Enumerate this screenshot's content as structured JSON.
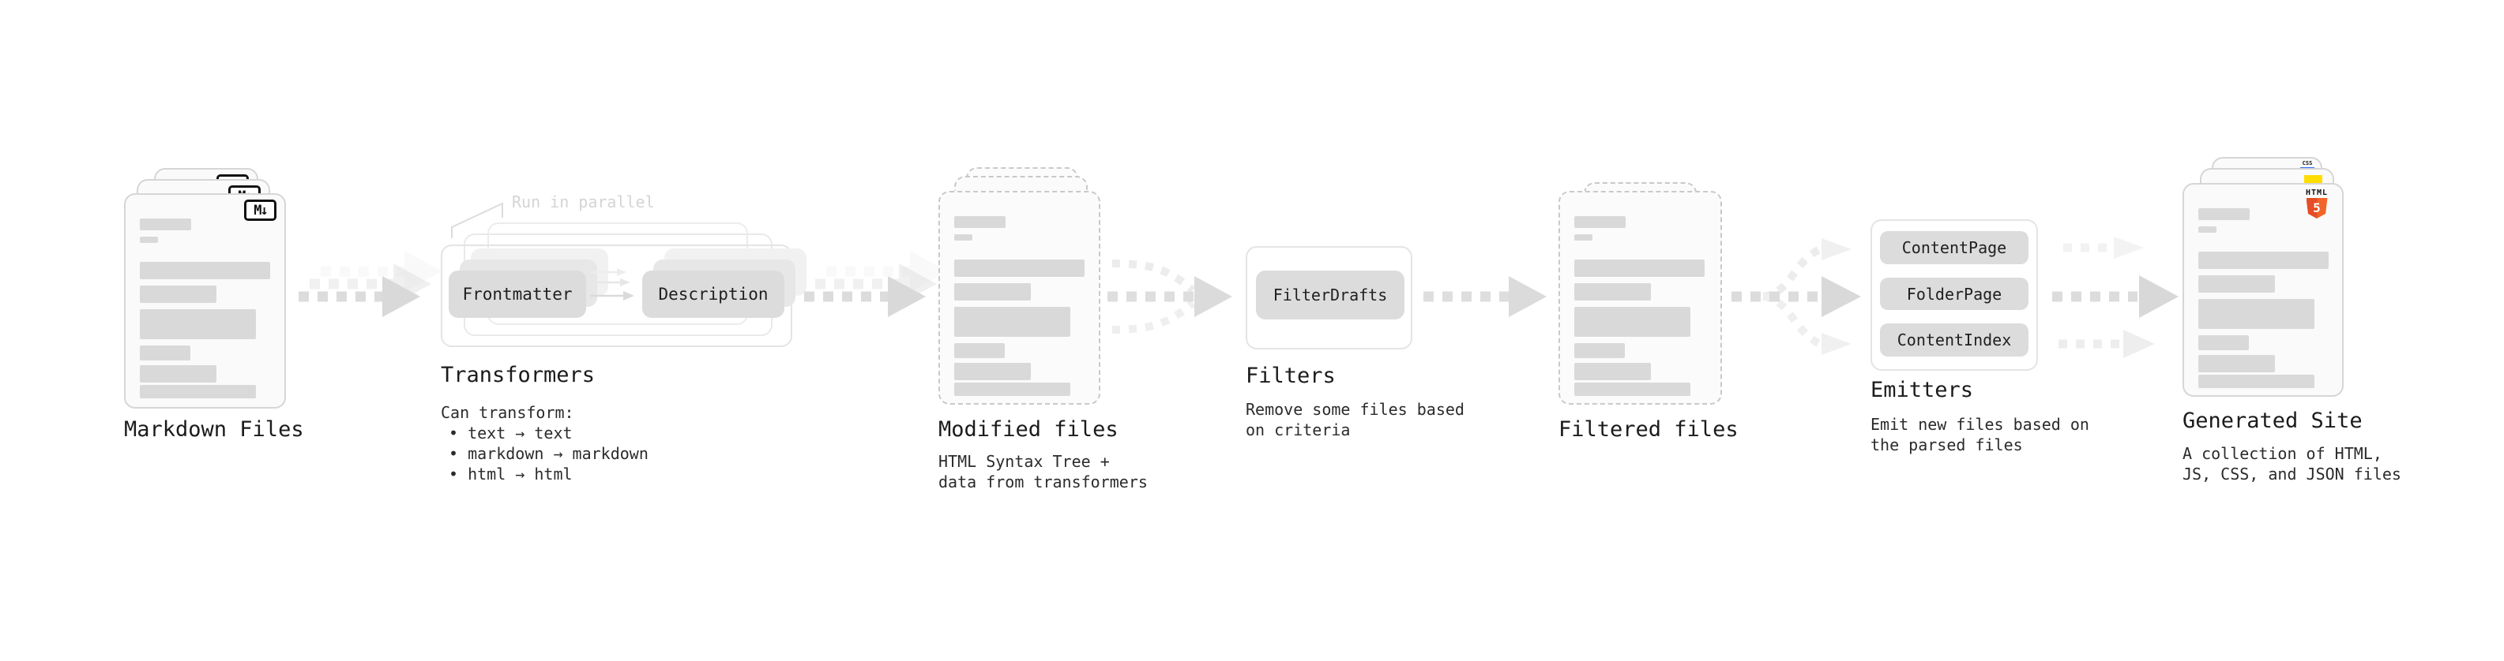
{
  "colors": {
    "pill_bg": "#dcdcdc",
    "doc_bg": "#fafafa",
    "arrow_gray": "#dcdcdc",
    "html5_orange": "#e44d26",
    "js_yellow": "#ffdd00",
    "css_blue": "#2f6df6"
  },
  "markdown_files": {
    "label": "Markdown Files",
    "badge_text": "M↓"
  },
  "transformers": {
    "label": "Transformers",
    "annotation": "Run in parallel",
    "pill_left": "Frontmatter",
    "pill_right": "Description",
    "note_title": "Can transform:",
    "bullets": [
      "• text → text",
      "• markdown → markdown",
      "• html → html"
    ]
  },
  "modified_files": {
    "label": "Modified files",
    "note": [
      "HTML Syntax Tree +",
      "data from transformers"
    ]
  },
  "filters": {
    "label": "Filters",
    "pill": "FilterDrafts",
    "note": [
      "Remove some files based",
      "on criteria"
    ]
  },
  "filtered_files": {
    "label": "Filtered files"
  },
  "emitters": {
    "label": "Emitters",
    "pills": [
      "ContentPage",
      "FolderPage",
      "ContentIndex"
    ],
    "note": [
      "Emit new files based on",
      "the parsed files"
    ]
  },
  "generated_site": {
    "label": "Generated Site",
    "note": [
      "A collection of HTML,",
      "JS, CSS, and JSON files"
    ],
    "badge_html": "HTML",
    "badge_five": "5",
    "badge_css": "CSS"
  }
}
